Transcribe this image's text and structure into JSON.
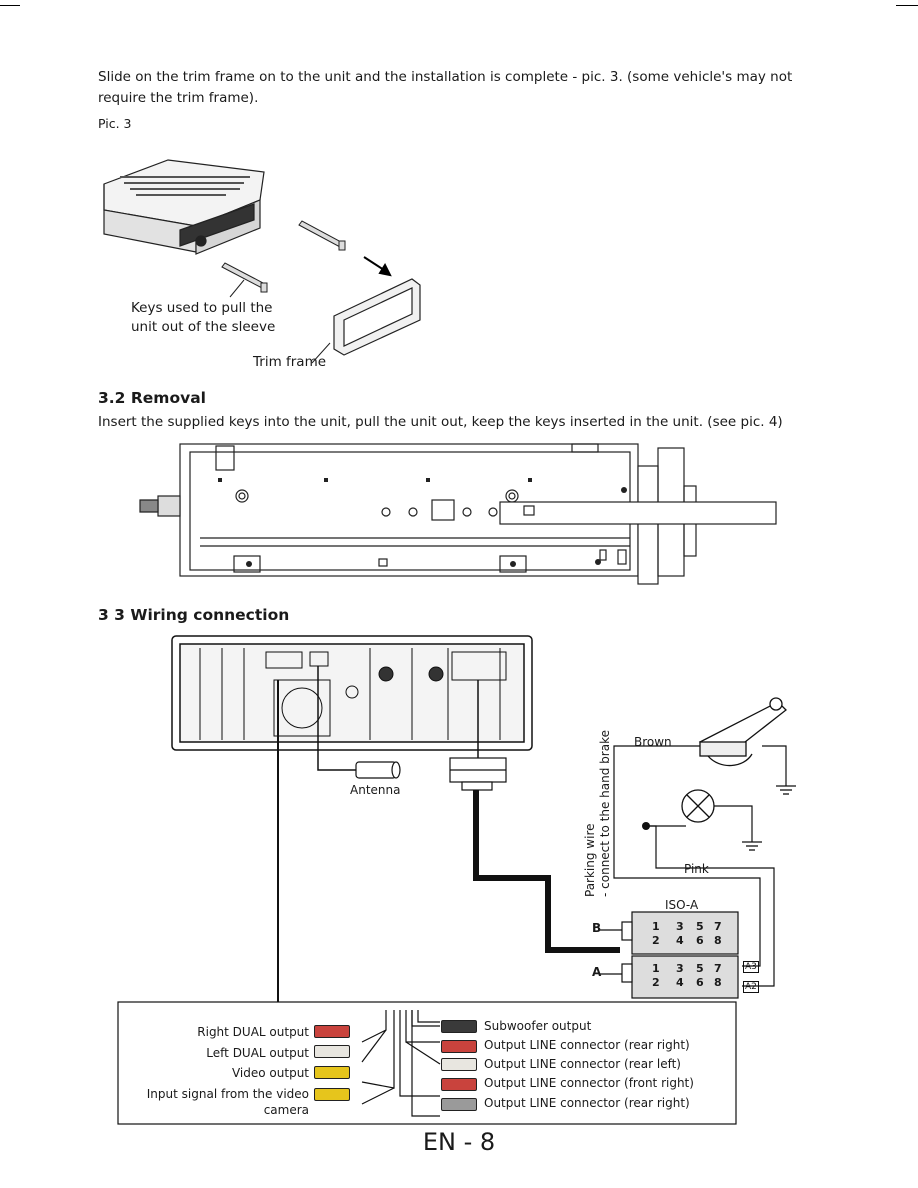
{
  "intro": {
    "paragraph": "Slide on the trim frame on to the unit and the installation is complete - pic. 3. (some vehicle's may not require the trim frame).",
    "pic_label": "Pic. 3"
  },
  "pic3": {
    "keys_label_line1": "Keys used to pull the",
    "keys_label_line2": "unit out of the sleeve",
    "trim_label": "Trim frame"
  },
  "removal": {
    "heading": "3.2 Removal",
    "text": "Insert the supplied keys into the unit, pull the unit out, keep the keys inserted in the unit. (see pic. 4)"
  },
  "wiring": {
    "heading": "3 3 Wiring connection",
    "antenna": "Antenna",
    "brown": "Brown",
    "pink": "Pink",
    "parking_line1": "Parking wire",
    "parking_line2": "- connect to the hand brake",
    "iso": "ISO-A",
    "conn_b": "B",
    "conn_a": "A",
    "pin_row1": [
      "1",
      "3",
      "5",
      "7"
    ],
    "pin_row2": [
      "2",
      "4",
      "6",
      "8"
    ],
    "a3": "A3",
    "a2": "A2",
    "left_outputs": [
      "Right DUAL output",
      "Left DUAL output",
      "Video output",
      "Input signal from the video",
      "camera"
    ],
    "right_outputs": [
      "Subwoofer output",
      "Output LINE connector (rear right)",
      "Output LINE connector (rear left)",
      "Output LINE connector (front right)",
      "Output LINE connector (rear right)"
    ],
    "rca_colors": {
      "red": "#c9433d",
      "white": "#e8e6e0",
      "yellow": "#e6c51c",
      "black": "#3a3a3a",
      "gray": "#9a9a9a"
    }
  },
  "footer": {
    "page": "EN - 8"
  }
}
